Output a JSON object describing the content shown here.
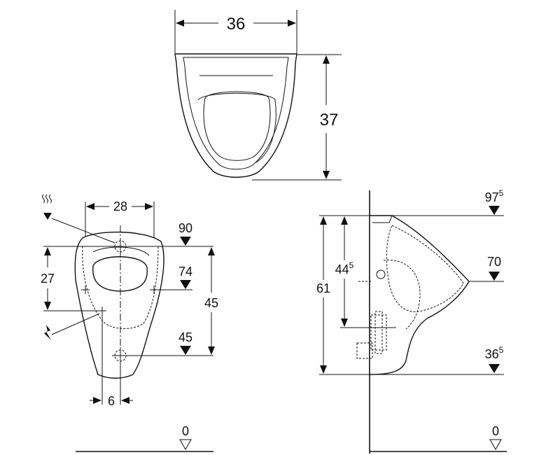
{
  "top_view": {
    "width_label": "36",
    "depth_label": "37"
  },
  "front_view": {
    "width_28_label": "28",
    "height_27_label": "27",
    "height_45_label": "45",
    "offset_6_label": "6",
    "level_90_label": "90",
    "level_74_label": "74",
    "level_45_label": "45",
    "floor_label": "0",
    "water_icon": "water-supply-icon",
    "power_icon": "electric-supply-icon"
  },
  "side_view": {
    "height_61_label": "61",
    "height_44_main": "44",
    "height_44_sup": "5",
    "level_97_main": "97",
    "level_97_sup": "5",
    "level_70_label": "70",
    "level_36_main": "36",
    "level_36_sup": "5",
    "floor_label": "0"
  }
}
